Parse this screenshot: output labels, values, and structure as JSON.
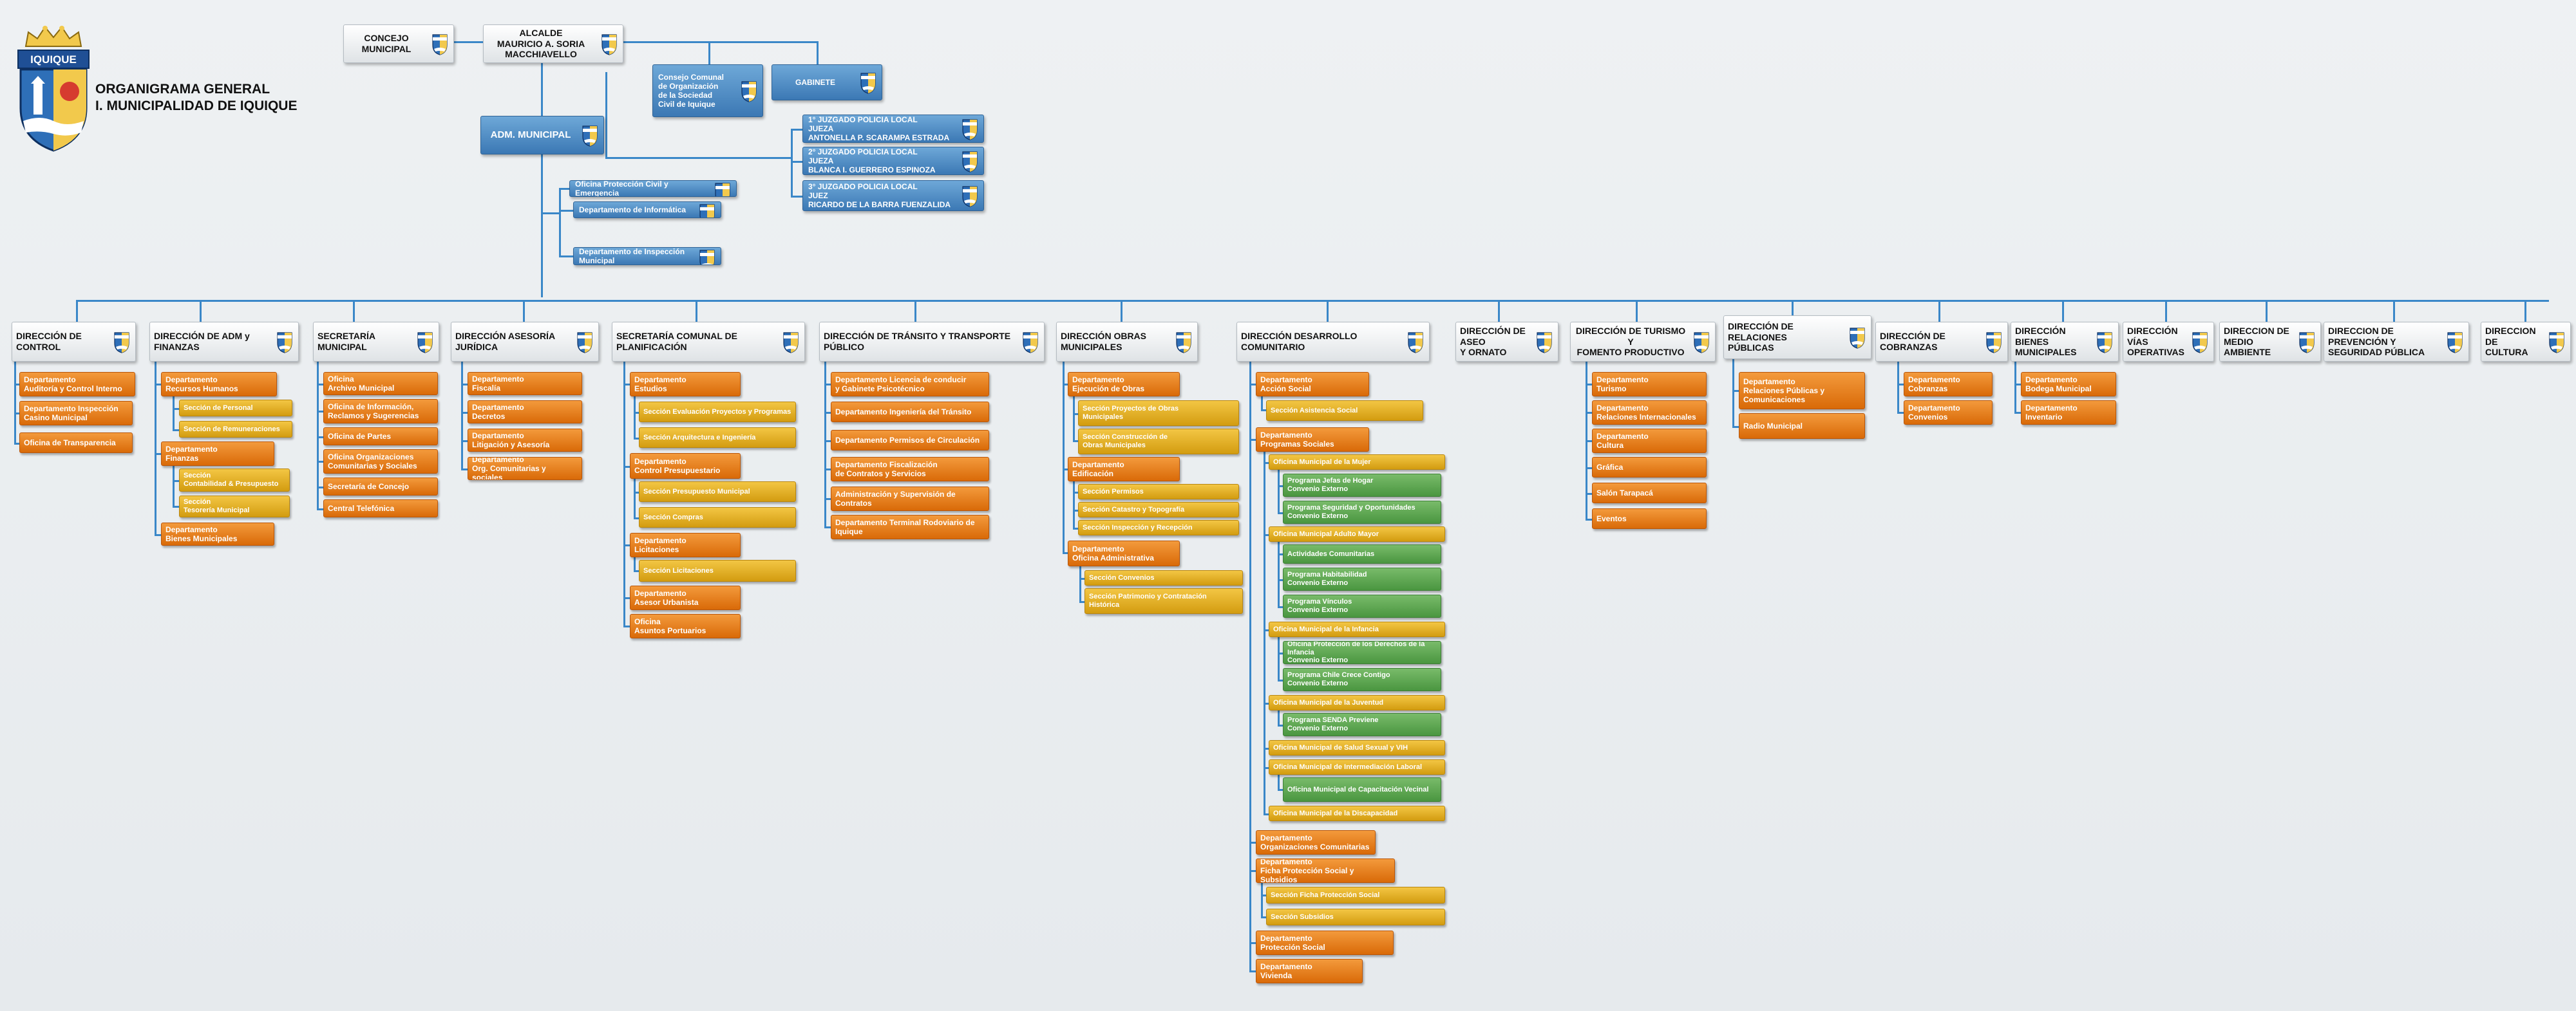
{
  "title": {
    "line1": "ORGANIGRAMA GENERAL",
    "line2": "I. MUNICIPALIDAD DE IQUIQUE",
    "logo_text": "IQUIQUE"
  },
  "colors": {
    "connector": "#3a87c8",
    "blue_box": "#3b78b4",
    "department": "#e07a1a",
    "section": "#e0ad22",
    "program": "#5aa84d",
    "header_box": "#f3f3f3"
  },
  "nodes": [
    {
      "id": "concejo",
      "type": "white",
      "text": "CONCEJO\nMUNICIPAL",
      "center": true
    },
    {
      "id": "alcalde",
      "type": "white",
      "text": "ALCALDE\nMAURICIO A. SORIA MACCHIAVELLO",
      "center": true
    },
    {
      "id": "cosoc",
      "type": "blue",
      "text": "Consejo Comunal\nde Organización\nde la Sociedad\nCivil de Iquique"
    },
    {
      "id": "gabinete",
      "type": "blue",
      "text": "GABINETE",
      "center": true
    },
    {
      "id": "adm",
      "type": "blue",
      "text": "ADM. MUNICIPAL",
      "center": true,
      "big": true
    },
    {
      "id": "jpl1",
      "type": "blue",
      "text": "1° JUZGADO POLICIA LOCAL\nJUEZA\nANTONELLA P. SCARAMPA ESTRADA"
    },
    {
      "id": "jpl2",
      "type": "blue",
      "text": "2° JUZGADO POLICIA LOCAL\nJUEZA\nBLANCA I. GUERRERO ESPINOZA"
    },
    {
      "id": "jpl3",
      "type": "blue",
      "text": "3° JUZGADO POLICIA LOCAL\nJUEZ\nRICARDO DE LA BARRA FUENZALIDA"
    },
    {
      "id": "ofpce",
      "type": "blue",
      "text": "Oficina Protección Civil y Emergencia"
    },
    {
      "id": "dinf",
      "type": "blue",
      "text": "Departamento de Informática"
    },
    {
      "id": "dinsp",
      "type": "blue",
      "text": "Departamento de Inspección Municipal"
    },
    {
      "id": "h_control",
      "type": "white",
      "text": "DIRECCIÓN DE CONTROL"
    },
    {
      "id": "h_admfin",
      "type": "white",
      "text": "DIRECCIÓN DE ADM y FINANZAS"
    },
    {
      "id": "h_secmun",
      "type": "white",
      "text": "SECRETARÍA MUNICIPAL"
    },
    {
      "id": "h_asjur",
      "type": "white",
      "text": "DIRECCIÓN ASESORÍA JURÍDICA"
    },
    {
      "id": "h_secplan",
      "type": "white",
      "text": "SECRETARÍA COMUNAL DE PLANIFICACIÓN"
    },
    {
      "id": "h_transito",
      "type": "white",
      "text": "DIRECCIÓN DE TRÁNSITO Y TRANSPORTE PÚBLICO"
    },
    {
      "id": "h_obras",
      "type": "white",
      "text": "DIRECCIÓN OBRAS MUNICIPALES"
    },
    {
      "id": "h_dideco",
      "type": "white",
      "text": "DIRECCIÓN DESARROLLO COMUNITARIO"
    },
    {
      "id": "h_aseo",
      "type": "white",
      "text": "DIRECCIÓN DE ASEO\nY ORNATO"
    },
    {
      "id": "h_turismo",
      "type": "white",
      "text": "DIRECCIÓN DE TURISMO Y\nFOMENTO PRODUCTIVO",
      "center": true
    },
    {
      "id": "h_rrpp",
      "type": "white",
      "text": "DIRECCIÓN DE RELACIONES\nPÚBLICAS"
    },
    {
      "id": "h_cobranzas",
      "type": "white",
      "text": "DIRECCIÓN DE COBRANZAS"
    },
    {
      "id": "h_bienes",
      "type": "white",
      "text": "DIRECCIÓN BIENES\nMUNICIPALES"
    },
    {
      "id": "h_vias",
      "type": "white",
      "text": "DIRECCIÓN VÍAS\nOPERATIVAS"
    },
    {
      "id": "h_medamb",
      "type": "white",
      "text": "DIRECCION DE\nMEDIO AMBIENTE"
    },
    {
      "id": "h_prev",
      "type": "white",
      "text": "DIRECCION DE PREVENCIÓN Y\nSEGURIDAD PÚBLICA"
    },
    {
      "id": "h_cultura",
      "type": "white",
      "text": "DIRECCION DE\nCULTURA"
    },
    {
      "id": "c1",
      "type": "orange",
      "text": "Departamento\nAuditoría y Control Interno"
    },
    {
      "id": "c2",
      "type": "orange",
      "text": "Departamento Inspección\nCasino Municipal"
    },
    {
      "id": "c3",
      "type": "orange",
      "text": "Oficina de Transparencia"
    },
    {
      "id": "a1",
      "type": "orange",
      "text": "Departamento\nRecursos Humanos"
    },
    {
      "id": "a2",
      "type": "yellow",
      "text": "Sección de Personal"
    },
    {
      "id": "a3",
      "type": "yellow",
      "text": "Sección de Remuneraciones"
    },
    {
      "id": "a4",
      "type": "orange",
      "text": "Departamento\nFinanzas"
    },
    {
      "id": "a5",
      "type": "yellow",
      "text": "Sección\nContabilidad & Presupuesto"
    },
    {
      "id": "a6",
      "type": "yellow",
      "text": "Sección\nTesorería Municipal"
    },
    {
      "id": "a7",
      "type": "orange",
      "text": "Departamento\nBienes Municipales"
    },
    {
      "id": "s1",
      "type": "orange",
      "text": "Oficina\nArchivo Municipal"
    },
    {
      "id": "s2",
      "type": "orange",
      "text": "Oficina de Información,\nReclamos y Sugerencias"
    },
    {
      "id": "s3",
      "type": "orange",
      "text": "Oficina de Partes"
    },
    {
      "id": "s4",
      "type": "orange",
      "text": "Oficina Organizaciones\nComunitarias y Sociales"
    },
    {
      "id": "s5",
      "type": "orange",
      "text": "Secretaría de Concejo"
    },
    {
      "id": "s6",
      "type": "orange",
      "text": "Central Telefónica"
    },
    {
      "id": "j1",
      "type": "orange",
      "text": "Departamento\nFiscalía"
    },
    {
      "id": "j2",
      "type": "orange",
      "text": "Departamento\nDecretos"
    },
    {
      "id": "j3",
      "type": "orange",
      "text": "Departamento\nLitigación y Asesoría"
    },
    {
      "id": "j4",
      "type": "orange",
      "text": "Departamento\nOrg. Comunitarias y sociales"
    },
    {
      "id": "p1",
      "type": "orange",
      "text": "Departamento\nEstudios"
    },
    {
      "id": "p2",
      "type": "yellow",
      "text": "Sección Evaluación Proyectos y Programas"
    },
    {
      "id": "p3",
      "type": "yellow",
      "text": "Sección Arquitectura e Ingeniería"
    },
    {
      "id": "p4",
      "type": "orange",
      "text": "Departamento\nControl Presupuestario"
    },
    {
      "id": "p5",
      "type": "yellow",
      "text": "Sección Presupuesto Municipal"
    },
    {
      "id": "p6",
      "type": "yellow",
      "text": "Sección Compras"
    },
    {
      "id": "p7",
      "type": "orange",
      "text": "Departamento\nLicitaciones"
    },
    {
      "id": "p8",
      "type": "yellow",
      "text": "Sección Licitaciones"
    },
    {
      "id": "p9",
      "type": "orange",
      "text": "Departamento\nAsesor Urbanista"
    },
    {
      "id": "p10",
      "type": "orange",
      "text": "Oficina\nAsuntos Portuarios"
    },
    {
      "id": "t1",
      "type": "orange",
      "text": "Departamento Licencia de conducir\ny Gabinete Psicotécnico"
    },
    {
      "id": "t2",
      "type": "orange",
      "text": "Departamento Ingeniería del Tránsito"
    },
    {
      "id": "t3",
      "type": "orange",
      "text": "Departamento Permisos de Circulación"
    },
    {
      "id": "t4",
      "type": "orange",
      "text": "Departamento Fiscalización\nde Contratos y Servicios"
    },
    {
      "id": "t5",
      "type": "orange",
      "text": "Administración y Supervisión de\nContratos"
    },
    {
      "id": "t6",
      "type": "orange",
      "text": "Departamento Terminal Rodoviario de\nIquique"
    },
    {
      "id": "o1",
      "type": "orange",
      "text": "Departamento\nEjecución de Obras"
    },
    {
      "id": "o2",
      "type": "yellow",
      "text": "Sección Proyectos de Obras\nMunicipales"
    },
    {
      "id": "o3",
      "type": "yellow",
      "text": "Sección Construcción de\nObras Municipales"
    },
    {
      "id": "o4",
      "type": "orange",
      "text": "Departamento\nEdificación"
    },
    {
      "id": "o5",
      "type": "yellow",
      "text": "Sección Permisos"
    },
    {
      "id": "o6",
      "type": "yellow",
      "text": "Sección Catastro y Topografía"
    },
    {
      "id": "o7",
      "type": "yellow",
      "text": "Sección Inspección y Recepción"
    },
    {
      "id": "o8",
      "type": "orange",
      "text": "Departamento\nOficina Administrativa"
    },
    {
      "id": "o9",
      "type": "yellow",
      "text": "Sección Convenios"
    },
    {
      "id": "o10",
      "type": "yellow",
      "text": "Sección Patrimonio y Contratación\nHistórica"
    },
    {
      "id": "d1",
      "type": "orange",
      "text": "Departamento\nAcción Social"
    },
    {
      "id": "d2",
      "type": "yellow",
      "text": "Sección Asistencia Social"
    },
    {
      "id": "d3",
      "type": "orange",
      "text": "Departamento\nProgramas Sociales"
    },
    {
      "id": "d4",
      "type": "yellow",
      "text": "Oficina Municipal de la Mujer"
    },
    {
      "id": "d5",
      "type": "green",
      "text": "Programa Jefas de Hogar\nConvenio Externo"
    },
    {
      "id": "d6",
      "type": "green",
      "text": "Programa Seguridad y Oportunidades\nConvenio Externo"
    },
    {
      "id": "d7",
      "type": "yellow",
      "text": "Oficina Municipal Adulto Mayor"
    },
    {
      "id": "d8",
      "type": "green",
      "text": "Actividades Comunitarias"
    },
    {
      "id": "d9",
      "type": "green",
      "text": "Programa Habitabilidad\nConvenio Externo"
    },
    {
      "id": "d10",
      "type": "green",
      "text": "Programa Vínculos\nConvenio Externo"
    },
    {
      "id": "d11",
      "type": "yellow",
      "text": "Oficina Municipal de la Infancia"
    },
    {
      "id": "d12",
      "type": "green",
      "text": "Oficina Protección de los Derechos de la Infancia\nConvenio Externo"
    },
    {
      "id": "d13",
      "type": "green",
      "text": "Programa Chile Crece Contigo\nConvenio Externo"
    },
    {
      "id": "d14",
      "type": "yellow",
      "text": "Oficina Municipal de la Juventud"
    },
    {
      "id": "d15",
      "type": "green",
      "text": "Programa SENDA Previene\nConvenio Externo"
    },
    {
      "id": "d16",
      "type": "yellow",
      "text": "Oficina Municipal de Salud Sexual y VIH"
    },
    {
      "id": "d17",
      "type": "yellow",
      "text": "Oficina Municipal de Intermediación Laboral"
    },
    {
      "id": "d18",
      "type": "green",
      "text": "Oficina Municipal de Capacitación Vecinal"
    },
    {
      "id": "d19",
      "type": "yellow",
      "text": "Oficina Municipal de la Discapacidad"
    },
    {
      "id": "d20",
      "type": "orange",
      "text": "Departamento\nOrganizaciones Comunitarias"
    },
    {
      "id": "d21",
      "type": "orange",
      "text": "Departamento\nFicha Protección Social y Subsidios"
    },
    {
      "id": "d22",
      "type": "yellow",
      "text": "Sección Ficha Protección Social"
    },
    {
      "id": "d23",
      "type": "yellow",
      "text": "Sección Subsidios"
    },
    {
      "id": "d24",
      "type": "orange",
      "text": "Departamento\nProtección Social"
    },
    {
      "id": "d25",
      "type": "orange",
      "text": "Departamento\nVivienda"
    },
    {
      "id": "u1",
      "type": "orange",
      "text": "Departamento\nTurismo"
    },
    {
      "id": "u2",
      "type": "orange",
      "text": "Departamento\nRelaciones Internacionales"
    },
    {
      "id": "u3",
      "type": "orange",
      "text": "Departamento\nCultura"
    },
    {
      "id": "u4",
      "type": "orange",
      "text": "Gráfica"
    },
    {
      "id": "u5",
      "type": "orange",
      "text": "Salón Tarapacá"
    },
    {
      "id": "u6",
      "type": "orange",
      "text": "Eventos"
    },
    {
      "id": "r1",
      "type": "orange",
      "text": "Departamento\nRelaciones Públicas y\nComunicaciones"
    },
    {
      "id": "r2",
      "type": "orange",
      "text": "Radio Municipal"
    },
    {
      "id": "k1",
      "type": "orange",
      "text": "Departamento\nCobranzas"
    },
    {
      "id": "k2",
      "type": "orange",
      "text": "Departamento\nConvenios"
    },
    {
      "id": "b1",
      "type": "orange",
      "text": "Departamento\nBodega Municipal"
    },
    {
      "id": "b2",
      "type": "orange",
      "text": "Departamento\nInventario"
    }
  ]
}
